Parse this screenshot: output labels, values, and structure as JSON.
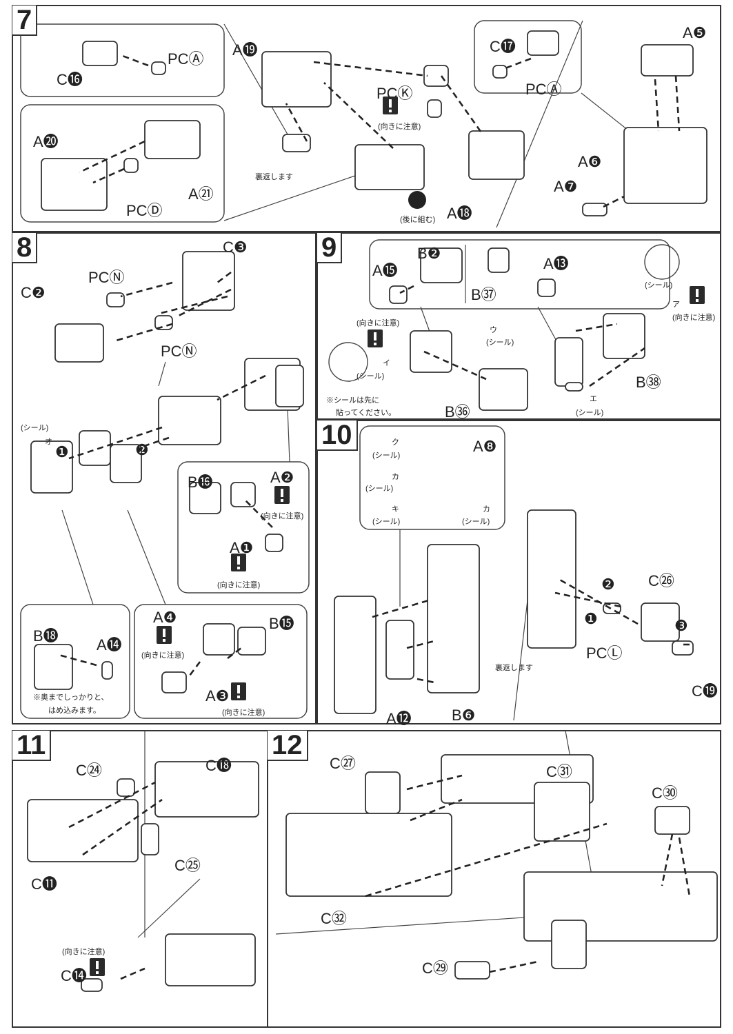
{
  "steps": [
    {
      "number": "7",
      "labels": [
        "C⓰",
        "PCⒶ",
        "A⓳",
        "PCⓀ",
        "(向きに注意)",
        "C⓱",
        "PCⒶ",
        "A❺",
        "A⓴",
        "PCⒹ",
        "A㉑",
        "裏返します",
        "(後に組む)",
        "A⓲",
        "A❻",
        "A❼"
      ]
    },
    {
      "number": "8",
      "labels": [
        "C❸",
        "PCⓃ",
        "C❷",
        "PCⓃ",
        "(シール)",
        "オ",
        "❶",
        "❷",
        "B⓰",
        "A❷",
        "(向きに注意)",
        "A❶",
        "(向きに注意)",
        "B⓲",
        "A⓮",
        "※奥までしっかりと、",
        "はめ込みます。",
        "A❹",
        "(向きに注意)",
        "B⓯",
        "A❸",
        "(向きに注意)"
      ]
    },
    {
      "number": "9",
      "labels": [
        "A⓯",
        "B❷",
        "B㊲",
        "A⓭",
        "(シール)",
        "ア",
        "(向きに注意)",
        "(向きに注意)",
        "イ",
        "(シール)",
        "※シールは先に",
        "貼ってください。",
        "B㊱",
        "ウ",
        "(シール)",
        "エ",
        "(シール)",
        "B㊳"
      ]
    },
    {
      "number": "10",
      "labels": [
        "ク",
        "(シール)",
        "A❽",
        "カ",
        "(シール)",
        "キ",
        "(シール)",
        "カ",
        "(シール)",
        "❷",
        "C㉖",
        "❶",
        "❸",
        "PCⓁ",
        "裏返します",
        "C⓳",
        "A⓬",
        "B❻"
      ]
    },
    {
      "number": "11",
      "labels": [
        "C㉔",
        "C⓲",
        "C㉕",
        "C⓫",
        "(向きに注意)",
        "C⓮"
      ]
    },
    {
      "number": "12",
      "labels": [
        "C㉗",
        "C㉛",
        "C㉚",
        "C㉜",
        "C㉙"
      ]
    }
  ],
  "icons": {
    "warning": "exclamation-warning-icon",
    "sticker": "sticker-icon",
    "later": "assemble-later-icon"
  }
}
